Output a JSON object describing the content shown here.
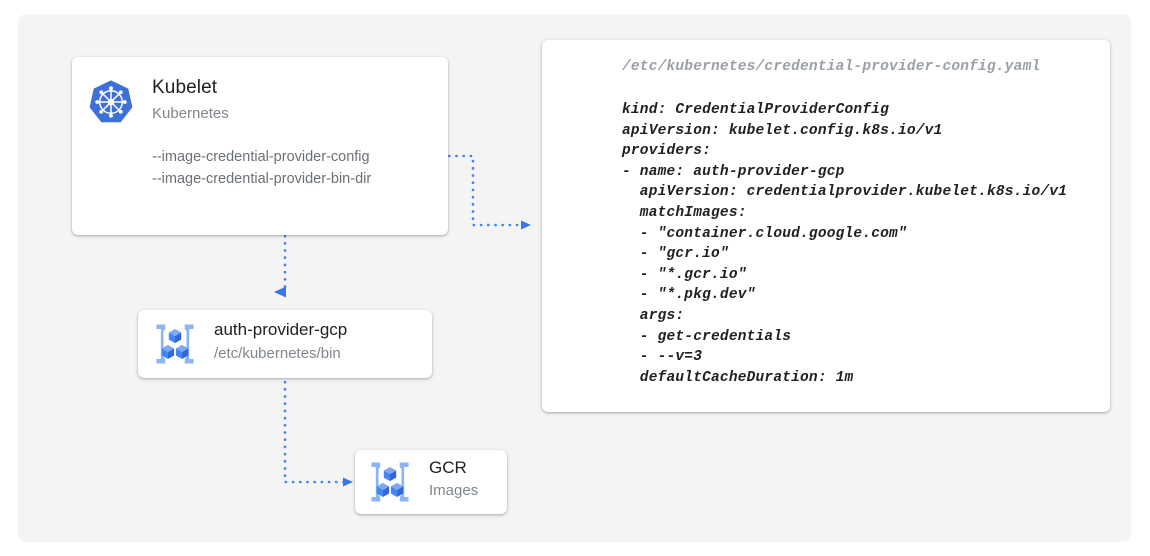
{
  "canvas": {
    "background_color": "#f4f4f5",
    "page_background_color": "#ffffff",
    "accent_color": "#4285f4",
    "icon_light_blue": "#8ab4f8"
  },
  "kubelet": {
    "icon": "kubernetes-helm-icon",
    "title": "Kubelet",
    "subtitle": "Kubernetes",
    "flags": [
      "--image-credential-provider-config",
      "--image-credential-provider-bin-dir"
    ]
  },
  "auth_provider": {
    "icon": "gcp-container-registry-icon",
    "title": "auth-provider-gcp",
    "subtitle": "/etc/kubernetes/bin"
  },
  "gcr": {
    "icon": "gcp-container-registry-icon",
    "title": "GCR",
    "subtitle": "Images"
  },
  "yaml_card": {
    "path": "/etc/kubernetes/credential-provider-config.yaml",
    "content": "kind: CredentialProviderConfig\napiVersion: kubelet.config.k8s.io/v1\nproviders:\n- name: auth-provider-gcp\n  apiVersion: credentialprovider.kubelet.k8s.io/v1\n  matchImages:\n  - \"container.cloud.google.com\"\n  - \"gcr.io\"\n  - \"*.gcr.io\"\n  - \"*.pkg.dev\"\n  args:\n  - get-credentials\n  - --v=3\n  defaultCacheDuration: 1m"
  },
  "connectors": [
    {
      "name": "kubelet-config-flag-to-yaml",
      "from": "kubelet-flag-config",
      "to": "yaml-card",
      "style": "dotted",
      "color": "#4285f4"
    },
    {
      "name": "kubelet-to-auth-provider",
      "from": "kubelet-card",
      "to": "auth-provider-card",
      "style": "dotted",
      "color": "#4285f4"
    },
    {
      "name": "auth-provider-to-gcr",
      "from": "auth-provider-card",
      "to": "gcr-card",
      "style": "dotted",
      "color": "#4285f4"
    }
  ]
}
